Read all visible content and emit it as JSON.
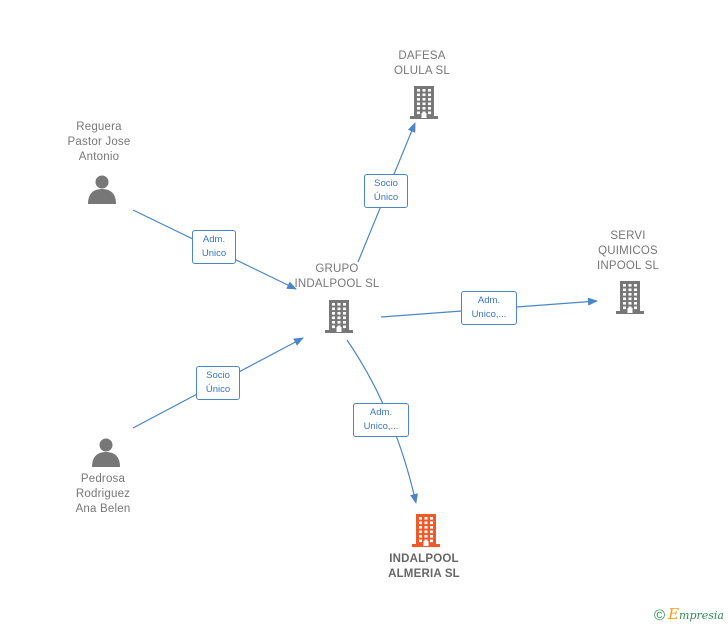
{
  "colors": {
    "edge": "#4a86c8",
    "company_icon": "#777777",
    "highlight_icon": "#f05a28",
    "person_icon": "#777777"
  },
  "nodes": {
    "grupo": {
      "label": "GRUPO\nINDALPOOL  SL",
      "icon": "building-icon"
    },
    "dafesa": {
      "label": "DAFESA\nOLULA  SL",
      "icon": "building-icon"
    },
    "servi": {
      "label": "SERVI\nQUIMICOS\nINPOOL  SL",
      "icon": "building-icon"
    },
    "almeria": {
      "label": "INDALPOOL\nALMERIA  SL",
      "icon": "building-icon"
    },
    "reguera": {
      "label": "Reguera\nPastor Jose\nAntonio",
      "icon": "person-icon"
    },
    "pedrosa": {
      "label": "Pedrosa\nRodriguez\nAna Belen",
      "icon": "person-icon"
    }
  },
  "edges": {
    "reguera_grupo": "Adm.\nUnico",
    "pedrosa_grupo": "Socio\nÚnico",
    "grupo_dafesa": "Socio\nÚnico",
    "grupo_servi": "Adm.\nUnico,...",
    "grupo_almeria": "Adm.\nUnico,..."
  },
  "watermark": {
    "symbol": "©",
    "brand_initial": "E",
    "brand_rest": "mpresia"
  }
}
